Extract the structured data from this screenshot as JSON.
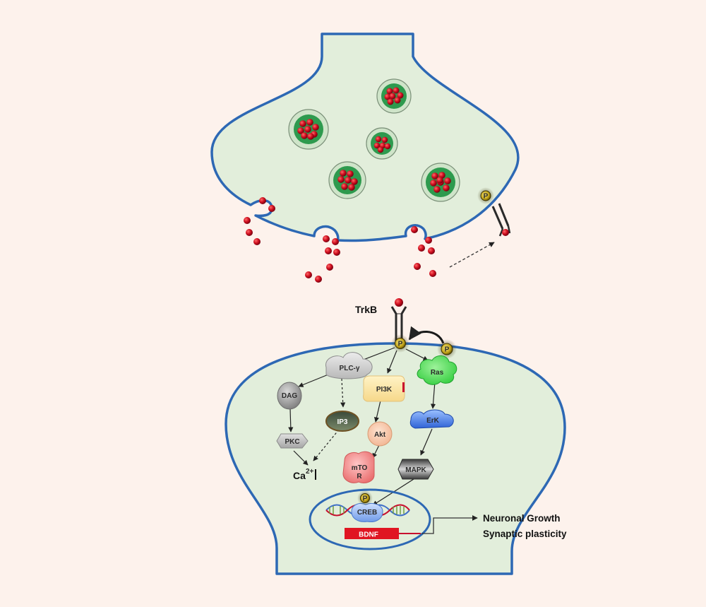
{
  "receptor": {
    "label": "TrkB"
  },
  "phospho": {
    "symbol": "P"
  },
  "nodes": {
    "plc": "PLC-γ",
    "pi3k": "PI3K",
    "ras": "Ras",
    "dag": "DAG",
    "ip3": "IP3",
    "akt": "Akt",
    "erk": "ErK",
    "pkc": "PKC",
    "mtor_line1": "mTO",
    "mtor_line2": "R",
    "mapk": "MAPK",
    "creb": "CREB",
    "bdnf": "BDNF"
  },
  "calcium": {
    "base": "Ca",
    "sup": "2+"
  },
  "outcomes": {
    "line1": "Neuronal Growth",
    "line2": "Synaptic plasticity"
  },
  "colors": {
    "background": "#fdf2ec",
    "cell_fill": "#e2eedb",
    "membrane": "#2d68b4",
    "bdnf_red": "#c8102e",
    "vesicle_green": "#2e9a4e",
    "phospho_gold": "#b89a12"
  }
}
